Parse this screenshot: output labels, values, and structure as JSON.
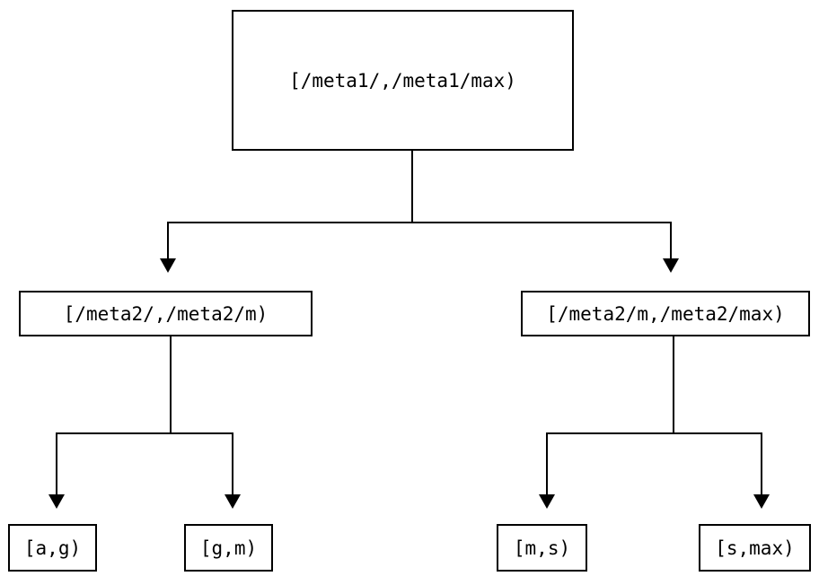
{
  "diagram": {
    "type": "tree",
    "orientation": "top-down",
    "background_color": "#ffffff",
    "stroke_color": "#000000",
    "nodes": {
      "root": {
        "label": "[/meta1/,/meta1/max)"
      },
      "mid_left": {
        "label": "[/meta2/,/meta2/m)"
      },
      "mid_right": {
        "label": "[/meta2/m,/meta2/max)"
      },
      "leaf_1": {
        "label": "[a,g)"
      },
      "leaf_2": {
        "label": "[g,m)"
      },
      "leaf_3": {
        "label": "[m,s)"
      },
      "leaf_4": {
        "label": "[s,max)"
      }
    }
  }
}
